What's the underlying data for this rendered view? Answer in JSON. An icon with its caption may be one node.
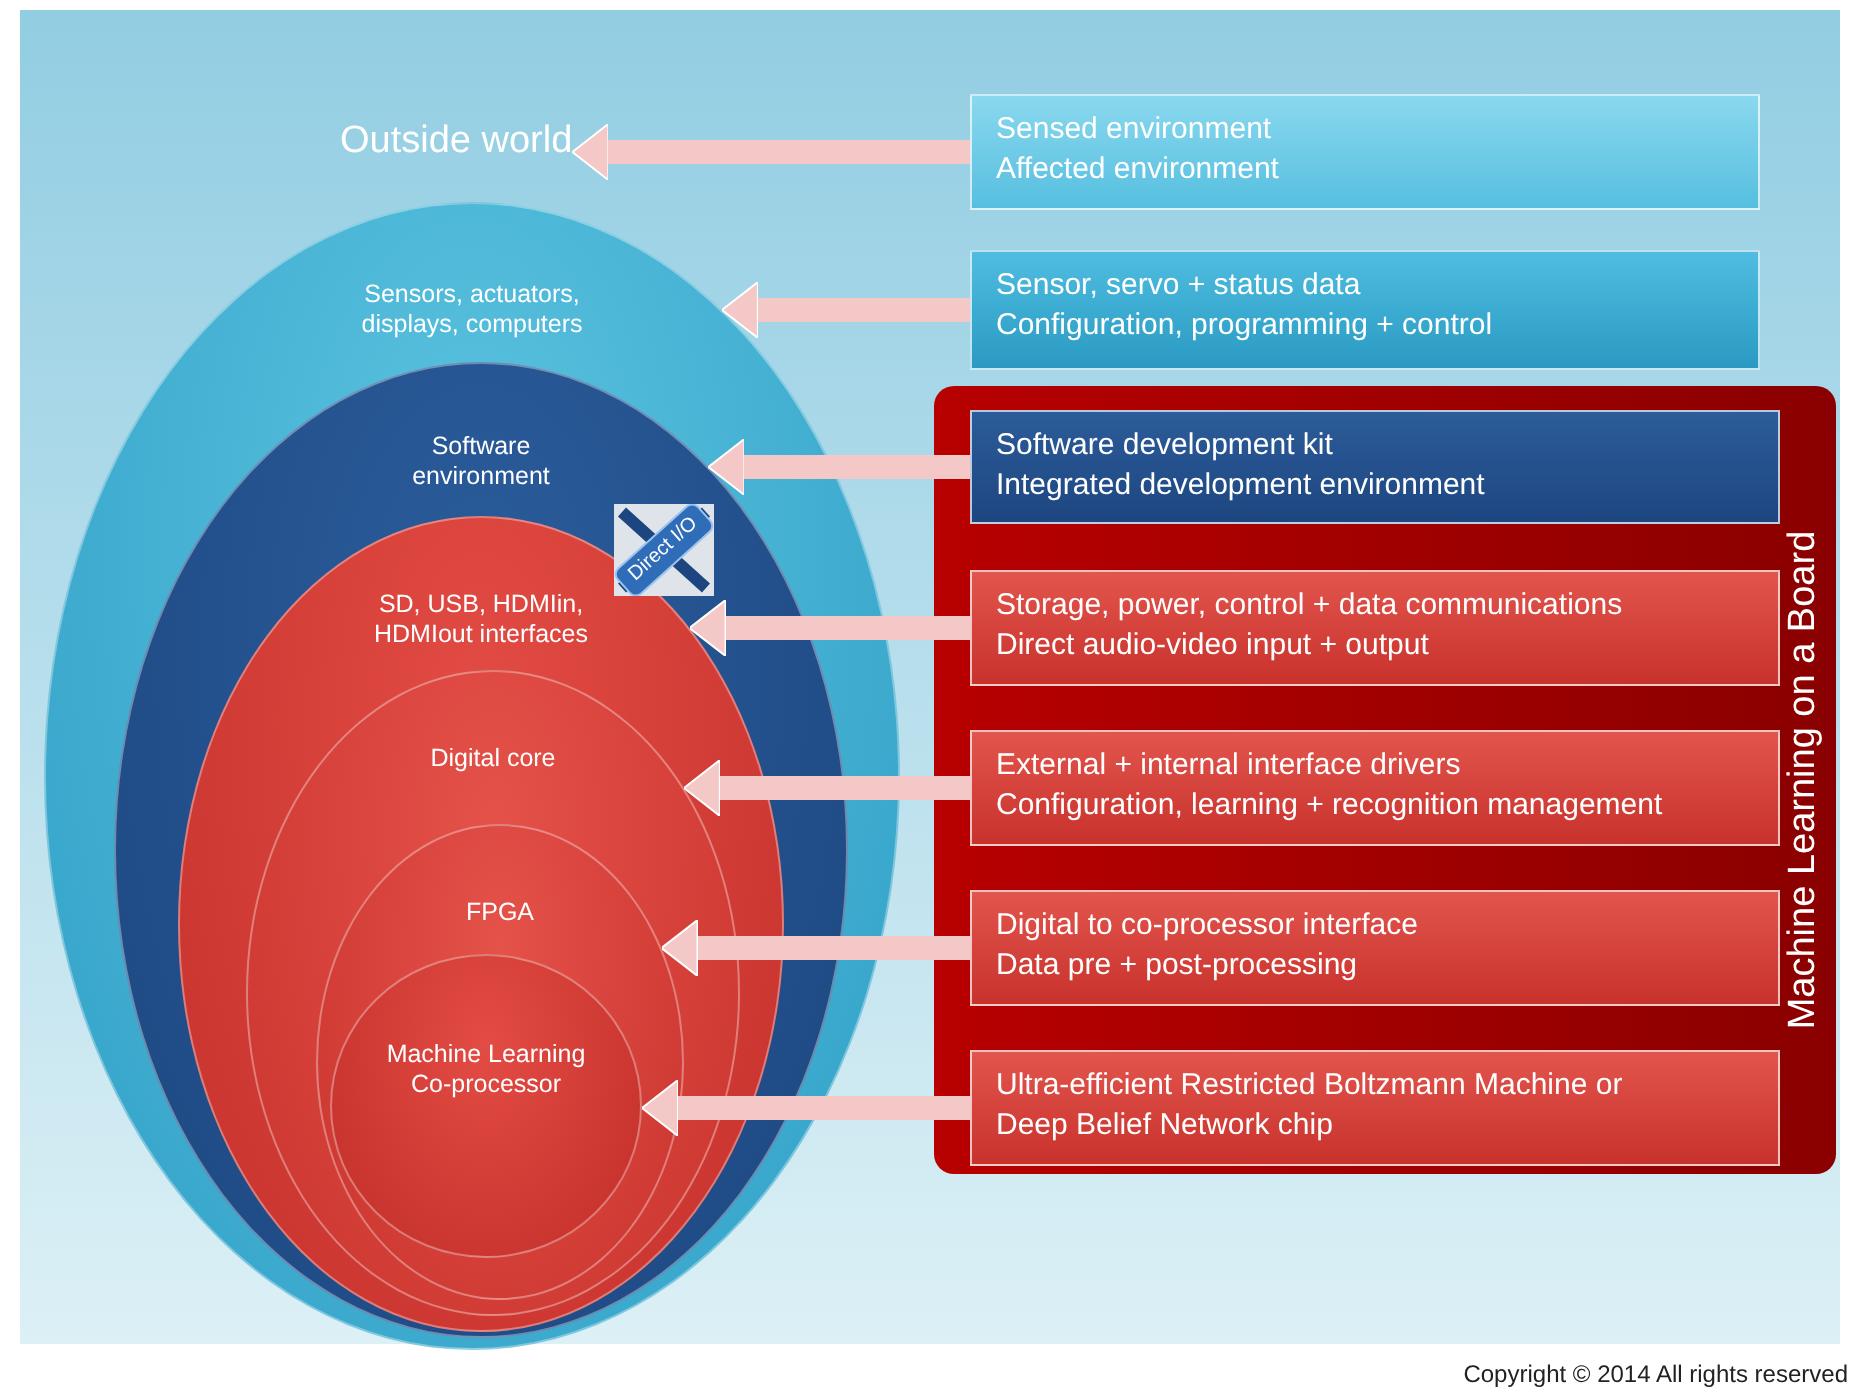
{
  "diagram": {
    "nodes": [
      {
        "text": [
          "Outside world"
        ]
      },
      {
        "text": [
          "Sensors, actuators, displays, computers"
        ]
      },
      {
        "text": [
          "Software environment"
        ],
        "in": 1
      },
      {
        "text": [
          "SD, USB, HDMIin, HDMIout interfaces"
        ],
        "in": 2
      },
      {
        "text": [
          "Digital core"
        ],
        "in": 3
      },
      {
        "text": [
          "FPGA"
        ],
        "in": 4
      },
      {
        "text": [
          "Machine Learning Co-processor"
        ],
        "in": 5
      },
      {
        "text": [
          "Direct I/O"
        ],
        "in": 2
      },
      {
        "text": [
          "Sensed environment",
          "Affected environment"
        ]
      },
      {
        "text": [
          "Sensor, servo + status data",
          "Configuration, programming + control"
        ]
      },
      {
        "text": [
          "Machine Learning on a Board"
        ]
      },
      {
        "text": [
          "Software development kit",
          "Integrated development environment"
        ],
        "in": 10
      },
      {
        "text": [
          "Storage, power, control + data communications",
          "Direct audio-video input + output"
        ],
        "in": 10
      },
      {
        "text": [
          "External + internal interface drivers",
          "Configuration, learning + recognition management"
        ],
        "in": 10
      },
      {
        "text": [
          "Digital to co-processor interface",
          "Data pre + post-processing"
        ],
        "in": 10
      },
      {
        "text": [
          "Ultra-efficient Restricted Boltzmann Machine or",
          "Deep Belief Network chip"
        ],
        "in": 10
      }
    ],
    "edges": [
      {
        "from": 8,
        "to": 0,
        "arrow": "to"
      },
      {
        "from": 9,
        "to": 1,
        "arrow": "to"
      },
      {
        "from": 11,
        "to": 2,
        "arrow": "to"
      },
      {
        "from": 12,
        "to": 3,
        "arrow": "to"
      },
      {
        "from": 13,
        "to": 4,
        "arrow": "to"
      },
      {
        "from": 14,
        "to": 5,
        "arrow": "to"
      },
      {
        "from": 15,
        "to": 6,
        "arrow": "to"
      }
    ],
    "labels": [
      "Copyright © 2014 All rights reserved"
    ]
  }
}
